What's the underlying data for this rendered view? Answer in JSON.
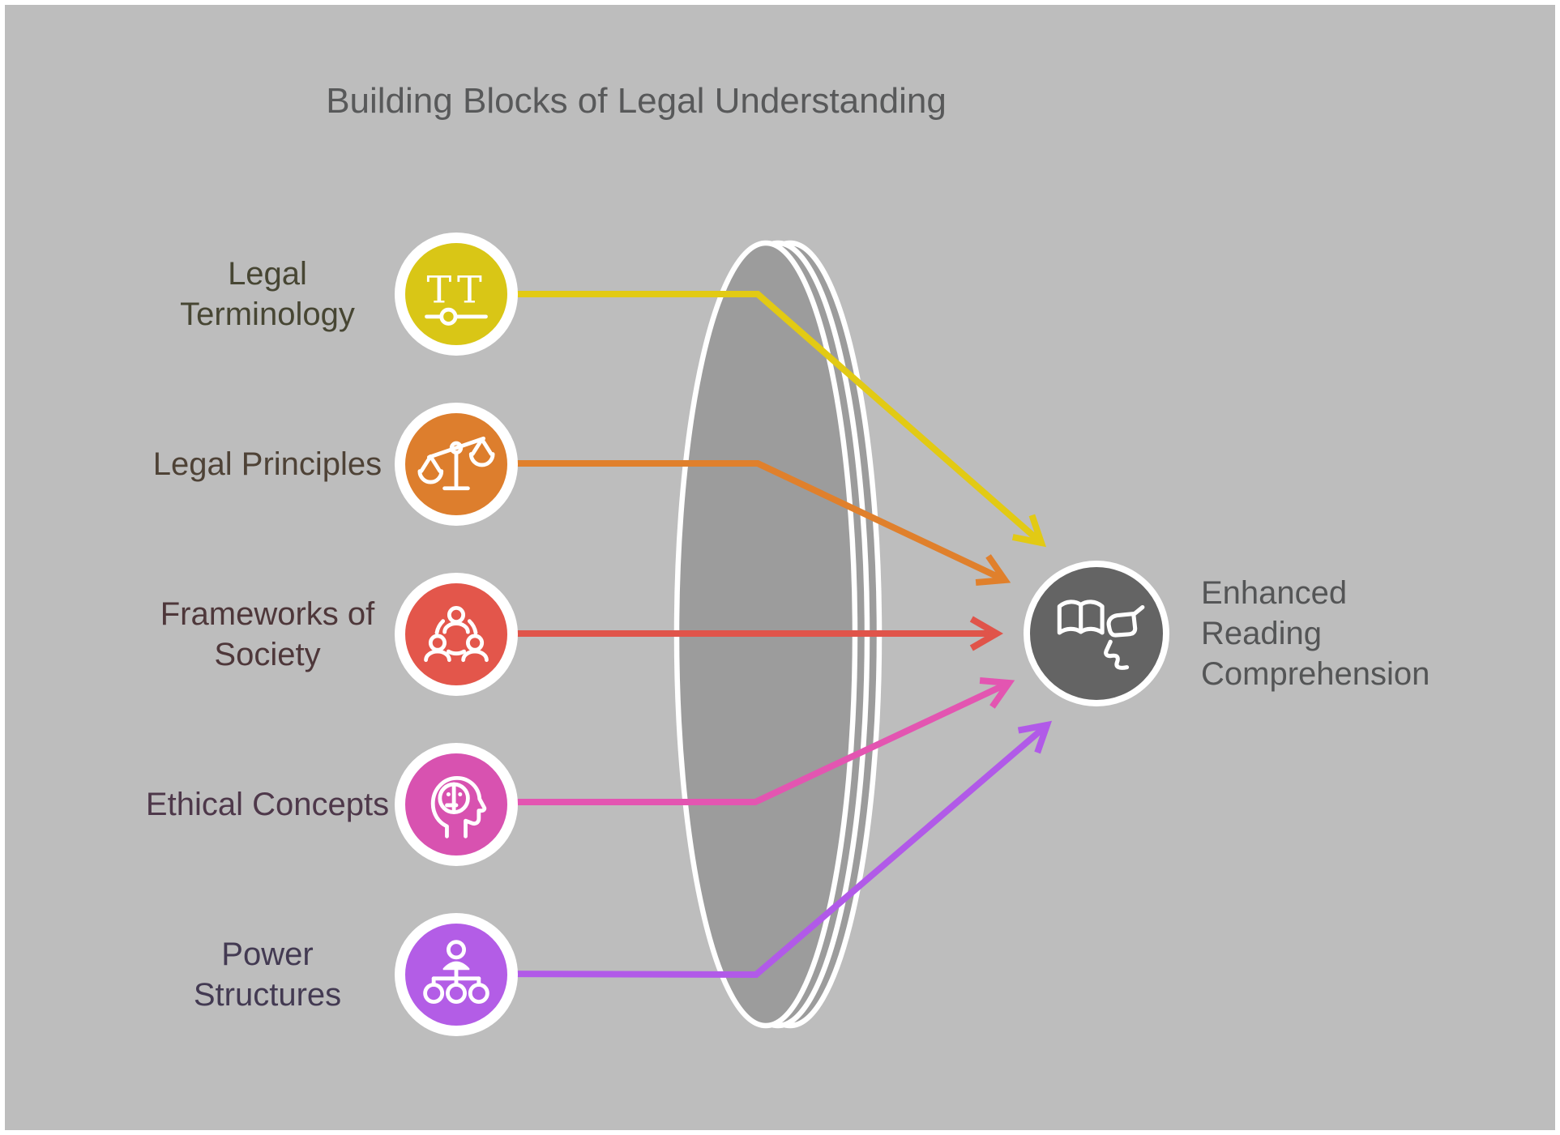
{
  "background_color": "#bdbdbd",
  "title": {
    "text": "Building Blocks of Legal Understanding",
    "color": "#58595a"
  },
  "inputs": [
    {
      "label": "Legal\nTerminology",
      "icon": "terminology-icon",
      "circle_color": "#d9c616",
      "arrow_color": "#e2ca14",
      "text_color": "#474633"
    },
    {
      "label": "Legal Principles",
      "icon": "scales-icon",
      "circle_color": "#dd7e2d",
      "arrow_color": "#e0802c",
      "text_color": "#4e4236"
    },
    {
      "label": "Frameworks of\nSociety",
      "icon": "society-icon",
      "circle_color": "#e3564b",
      "arrow_color": "#e0544a",
      "text_color": "#4e373a"
    },
    {
      "label": "Ethical Concepts",
      "icon": "ethics-icon",
      "circle_color": "#d852b0",
      "arrow_color": "#e355b1",
      "text_color": "#4e384a"
    },
    {
      "label": "Power\nStructures",
      "icon": "hierarchy-icon",
      "circle_color": "#b35de6",
      "arrow_color": "#b15ae8",
      "text_color": "#433a52"
    }
  ],
  "lens": {
    "fill": "#9c9c9c",
    "stroke": "#ffffff"
  },
  "result": {
    "label": "Enhanced\nReading\nComprehension",
    "icon": "reading-speech-icon",
    "circle_color": "#646464",
    "text_color": "#545556"
  }
}
